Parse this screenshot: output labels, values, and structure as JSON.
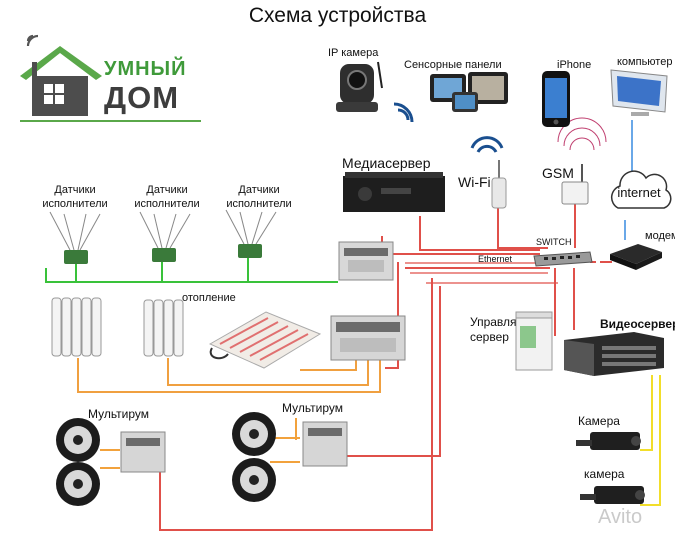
{
  "title": "Схема устройства",
  "logo": {
    "line1": "УМНЫЙ",
    "line2": "ДОМ",
    "colors": {
      "house": "#4d4d4d",
      "roof": "#5aa84a",
      "text_green": "#3f9a3a",
      "text_grey": "#3d3d3d"
    }
  },
  "labels": {
    "ip_camera": "IP камера",
    "touch_panels": "Сенсорные панели",
    "iphone": "iPhone",
    "computer": "компьютер",
    "media_server": "Медиасервер",
    "wifi": "Wi-Fi",
    "gsm": "GSM",
    "internet": "internet",
    "modem": "модем",
    "switch": "SWITCH",
    "ethernet": "Ethernet",
    "sensors_1_line1": "Датчики",
    "sensors_1_line2": "исполнители",
    "sensors_2_line1": "Датчики",
    "sensors_2_line2": "исполнители",
    "sensors_3_line1": "Датчики",
    "sensors_3_line2": "исполнители",
    "heating": "отопление",
    "control_server_line1": "Управляющий",
    "control_server_line2": "сервер",
    "video_server": "Видеосервер",
    "multiroom_1": "Мультирум",
    "multiroom_2": "Мультирум",
    "camera_1": "Камера",
    "camera_2": "камера",
    "watermark": "Avito"
  },
  "wire_colors": {
    "ethernet": "#e0504a",
    "sensor_bus": "#39c23a",
    "heating": "#f0a040",
    "audio": "#f2a23c",
    "video": "#f2de2a",
    "internet": "#6aa8e8"
  }
}
